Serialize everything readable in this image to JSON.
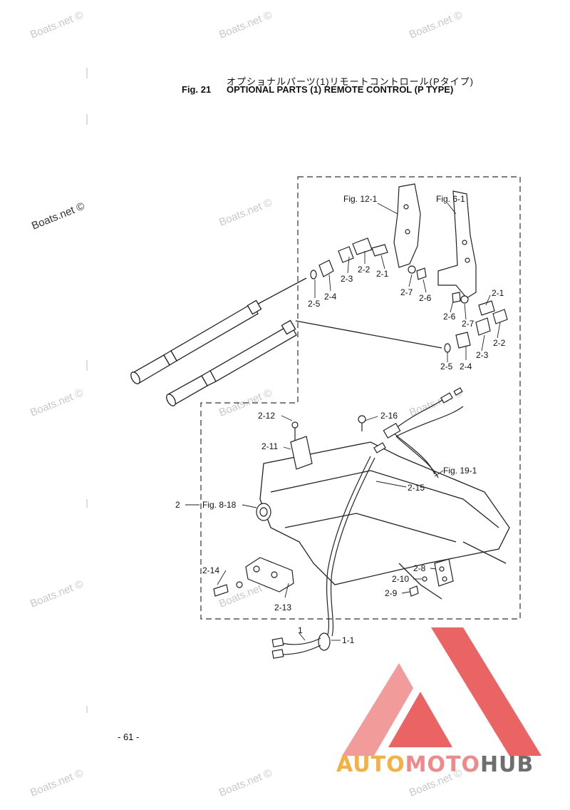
{
  "header": {
    "title_jp": "オプショナルパーツ(1)リモートコントロール(Pタイプ)",
    "fig_number": "Fig. 21",
    "title_en": "OPTIONAL PARTS (1) REMOTE CONTROL (P TYPE)"
  },
  "watermarks": [
    "Boats.net ©",
    "Boats.net ©",
    "Boats.net ©",
    "Boats.net ©",
    "Boats.net ©",
    "Boats.net ©",
    "Boats.net ©",
    "Boats.net ©",
    "Boats.net ©",
    "Boats.net ©",
    "Boats.net ©",
    "Boats.net ©",
    "Boats.net ©"
  ],
  "fig_refs": {
    "fig12": "Fig. 12-1",
    "fig6": "Fig. 6-1",
    "fig19": "Fig. 19-1",
    "fig8": "Fig. 8-18"
  },
  "part_labels": {
    "p2_1a": "2-1",
    "p2_2a": "2-2",
    "p2_3a": "2-3",
    "p2_4a": "2-4",
    "p2_5a": "2-5",
    "p2_6a": "2-6",
    "p2_7a": "2-7",
    "p2_1b": "2-1",
    "p2_6b": "2-6",
    "p2_7b": "2-7",
    "p2_2b": "2-2",
    "p2_3b": "2-3",
    "p2_4b": "2-4",
    "p2_5b": "2-5",
    "p2_12": "2-12",
    "p2_16": "2-16",
    "p2_11": "2-11",
    "p2_15": "2-15",
    "p2": "2",
    "p2_14": "2-14",
    "p2_13": "2-13",
    "p2_8": "2-8",
    "p2_10": "2-10",
    "p2_9": "2-9",
    "p1": "1",
    "p1_1": "1-1"
  },
  "page_number": "- 61 -",
  "brand": {
    "part1": "AUTO",
    "part2": "MOTO",
    "part3": "HUB"
  },
  "colors": {
    "logo_red": "#e84a4a",
    "logo_orange": "#f5b041",
    "logo_gray": "#6e6e6e"
  }
}
